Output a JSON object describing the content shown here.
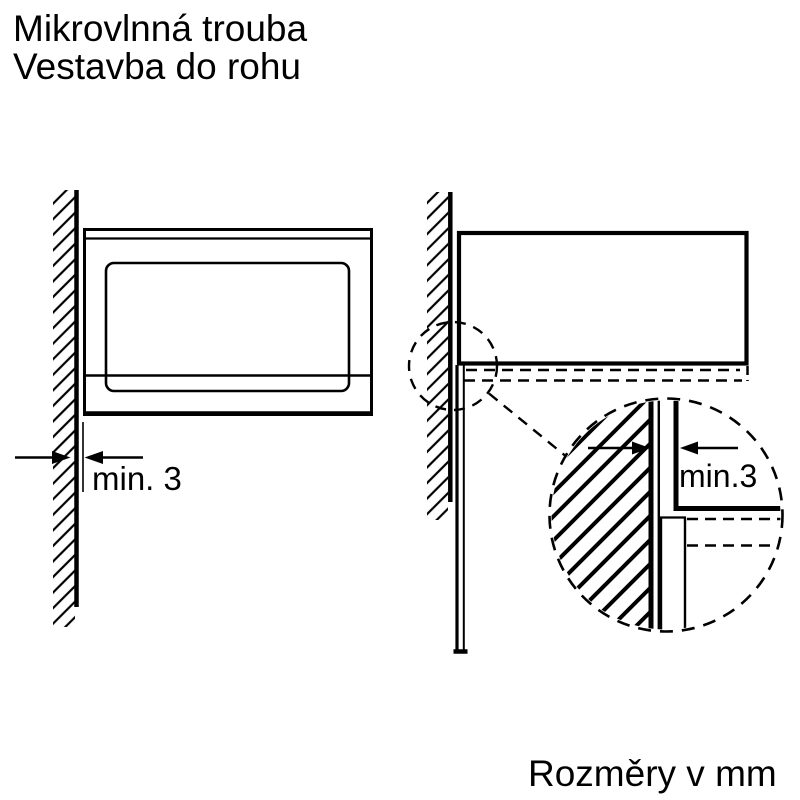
{
  "title": {
    "line1": "Mikrovlnná trouba",
    "line2": "Vestavba do rohu"
  },
  "front_view": {
    "gap_dimension_label": "min. 3"
  },
  "detail_view": {
    "gap_dimension_label": "min.3"
  },
  "footer": {
    "units_label": "Rozměry v mm"
  },
  "colors": {
    "ink": "#000000",
    "background": "#ffffff"
  }
}
